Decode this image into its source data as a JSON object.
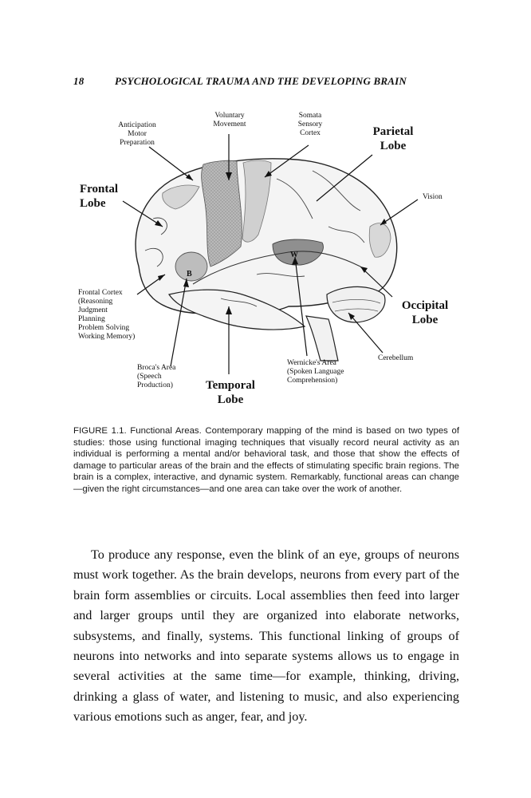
{
  "header": {
    "page_number": "18",
    "running_title": "PSYCHOLOGICAL TRAUMA AND THE DEVELOPING BRAIN"
  },
  "figure": {
    "labels": {
      "anticipation": "Anticipation\nMotor\nPreparation",
      "voluntary": "Voluntary\nMovement",
      "somata": "Somata\nSensory\nCortex",
      "parietal": "Parietal\nLobe",
      "frontal": "Frontal\nLobe",
      "vision": "Vision",
      "frontal_cortex": "Frontal Cortex\n(Reasoning\nJudgment\nPlanning\nProblem Solving\nWorking Memory)",
      "occipital": "Occipital\nLobe",
      "cerebellum": "Cerebellum",
      "broca": "Broca's Area\n(Speech\nProduction)",
      "temporal": "Temporal\nLobe",
      "wernicke": "Wernicke's Area\n(Spoken Language\nComprehension)",
      "marker_b": "B",
      "marker_w": "W"
    }
  },
  "caption": "FIGURE 1.1. Functional Areas. Contemporary mapping of the mind is based on two types of studies: those using functional imaging techniques that visually record neural activity as an individual is performing a mental and/or behavioral task, and those that show the effects of damage to particular areas of the brain and the effects of stimulating specific brain regions. The brain is a complex, interactive, and dynamic system. Remarkably, functional areas can change—given the right circumstances—and one area can take over the work of another.",
  "body": "To produce any response, even the blink of an eye, groups of neurons must work together. As the brain develops, neurons from every part of the brain form assemblies or circuits. Local assemblies then feed into larger and larger groups until they are organized into elaborate networks, subsystems, and finally, systems. This functional linking of groups of neurons into networks and into separate systems allows us to engage in several activities at the same time—for example, thinking, driving, drinking a glass of water, and listening to music, and also experiencing various emotions such as anger, fear, and joy."
}
